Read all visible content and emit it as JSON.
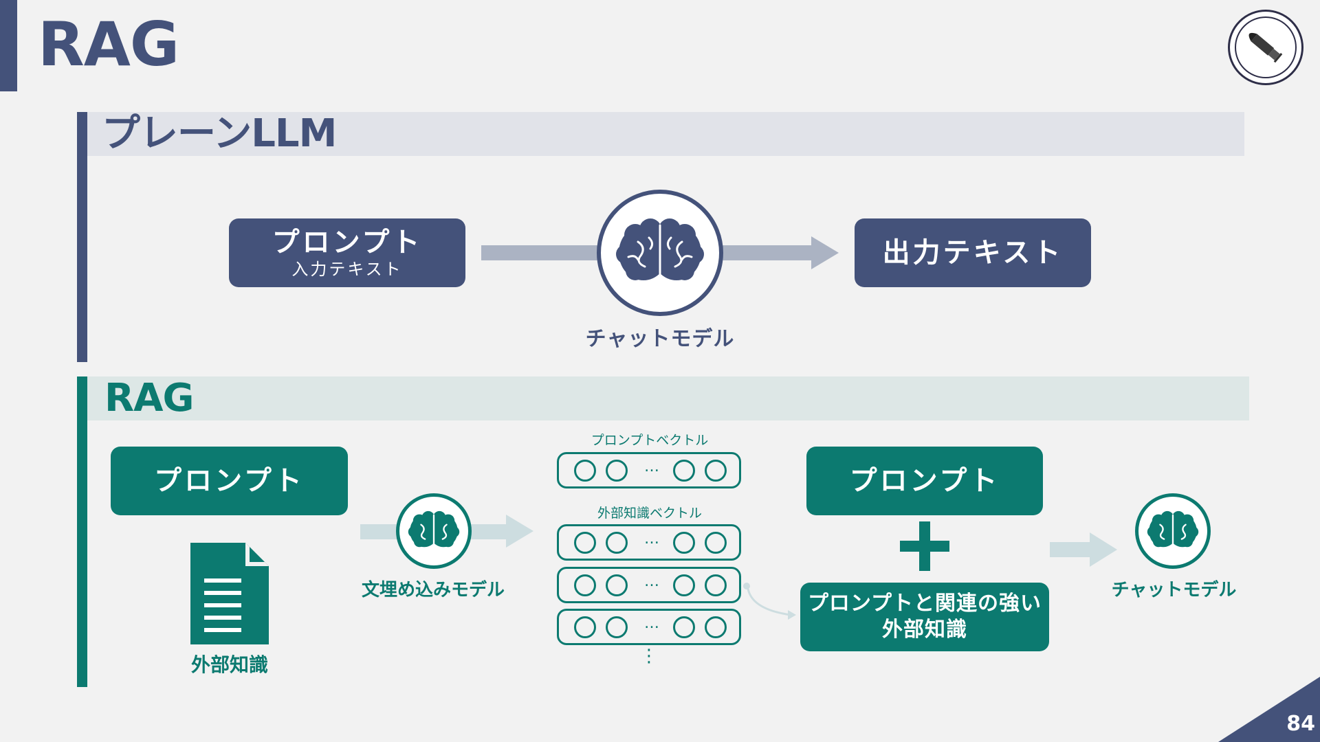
{
  "page": {
    "title": "RAG",
    "number": "84"
  },
  "colors": {
    "navy": "#44527a",
    "teal": "#0c7a70",
    "navy_band": "#e1e3e9",
    "teal_band": "#dde7e6",
    "navy_arrow": "#abb3c3",
    "teal_arrow": "#cddde0"
  },
  "plain_llm": {
    "title": "プレーンLLM",
    "prompt_box": {
      "main": "プロンプト",
      "sub": "入力テキスト"
    },
    "model_label": "チャットモデル",
    "output_box": "出力テキスト"
  },
  "rag": {
    "title": "RAG",
    "prompt_box": "プロンプト",
    "document_label": "外部知識",
    "embedding_model_label": "文埋め込みモデル",
    "prompt_vector_label": "プロンプトベクトル",
    "knowledge_vector_label": "外部知識ベクトル",
    "vector_ellipsis": "…",
    "more_rows": "⋮",
    "right_prompt_box": "プロンプト",
    "plus": "＋",
    "related_box_line1": "プロンプトと関連の強い",
    "related_box_line2": "外部知識",
    "chat_model_label": "チャットモデル"
  },
  "icons": [
    "bullet-icon",
    "brain-icon",
    "document-icon",
    "arrow-icon",
    "plus-icon"
  ]
}
